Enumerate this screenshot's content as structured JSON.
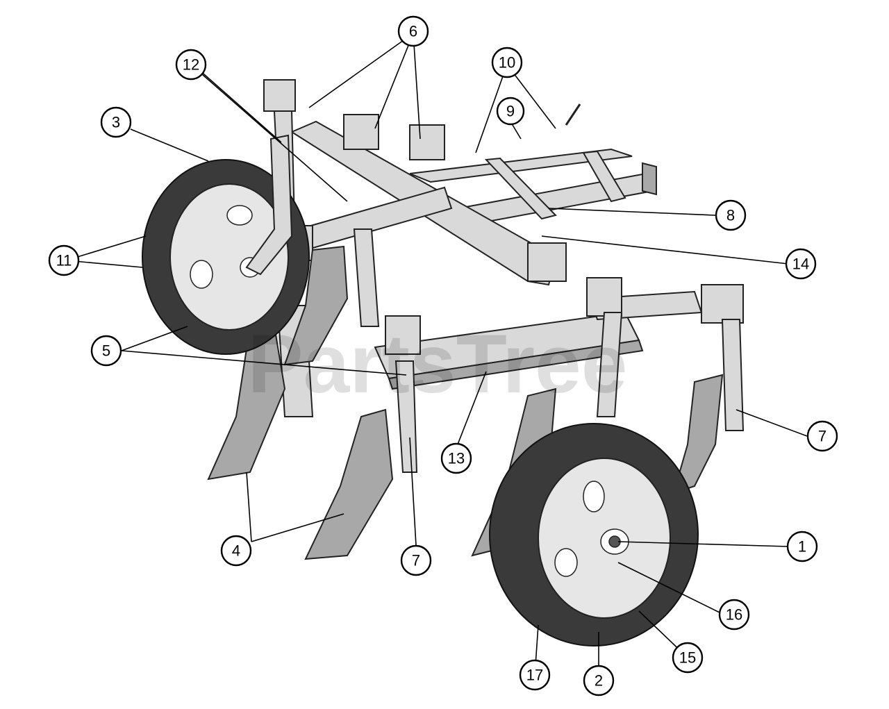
{
  "watermark": "PartsTree",
  "callouts": [
    {
      "label": "1"
    },
    {
      "label": "2"
    },
    {
      "label": "3"
    },
    {
      "label": "4"
    },
    {
      "label": "5"
    },
    {
      "label": "6"
    },
    {
      "label": "7"
    },
    {
      "label": "7"
    },
    {
      "label": "8"
    },
    {
      "label": "9"
    },
    {
      "label": "10"
    },
    {
      "label": "11"
    },
    {
      "label": "12"
    },
    {
      "label": "13"
    },
    {
      "label": "14"
    },
    {
      "label": "15"
    },
    {
      "label": "16"
    },
    {
      "label": "17"
    }
  ]
}
